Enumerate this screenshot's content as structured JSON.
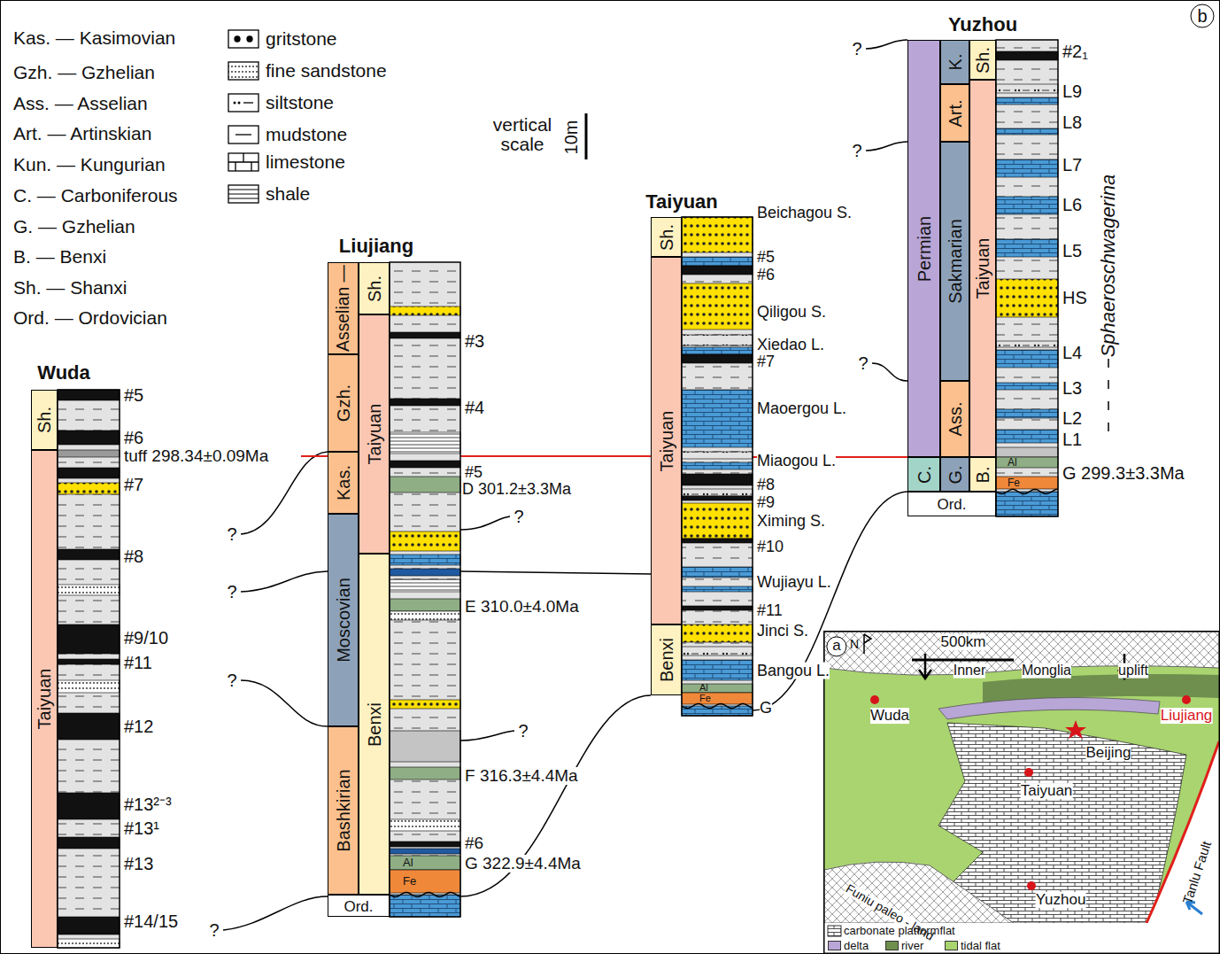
{
  "diagram": {
    "nodes": [
      {
        "text": [
          "Sh."
        ]
      },
      {
        "text": [
          "Taiyuan"
        ]
      },
      {
        "text": [
          "Asselian —"
        ]
      },
      {
        "text": [
          "Gzh."
        ]
      },
      {
        "text": [
          "Kas."
        ]
      },
      {
        "text": [
          "Moscovian"
        ]
      },
      {
        "text": [
          "Bashkirian"
        ]
      },
      {
        "text": [
          "Sh."
        ]
      },
      {
        "text": [
          "Taiyuan"
        ]
      },
      {
        "text": [
          "Benxi"
        ]
      },
      {
        "text": [
          "Ord."
        ]
      },
      {
        "text": [
          "Sh."
        ]
      },
      {
        "text": [
          "Taiyuan"
        ]
      },
      {
        "text": [
          "Benxi"
        ]
      },
      {
        "text": [
          "Permian"
        ]
      },
      {
        "text": [
          "C."
        ]
      },
      {
        "text": [
          "K."
        ]
      },
      {
        "text": [
          "Art."
        ]
      },
      {
        "text": [
          "Sakmarian"
        ]
      },
      {
        "text": [
          "Ass."
        ]
      },
      {
        "text": [
          "G."
        ]
      },
      {
        "text": [
          "Sh."
        ]
      },
      {
        "text": [
          "Taiyuan"
        ]
      },
      {
        "text": [
          "B."
        ]
      },
      {
        "text": [
          "Ord."
        ]
      }
    ],
    "labels": [
      "Kas. — Kasimovian",
      "Gzh. — Gzhelian",
      "Ass. — Asselian",
      "Art. — Artinskian",
      "Kun. — Kungurian",
      "C. — Carboniferous",
      "G. — Gzhelian",
      "B. — Benxi",
      "Sh. — Shanxi",
      "Ord. — Ordovician",
      "vertical scale",
      "10m",
      "b",
      "Wuda",
      "Liujiang",
      "Taiyuan",
      "Yuzhou",
      "#5",
      "#6",
      "tuff 298.34±0.09Ma",
      "#7",
      "#8",
      "#9/10",
      "#11",
      "#12",
      "#13²⁻³",
      "#13¹",
      "#13",
      "#14/15",
      "?",
      "#3",
      "#4",
      "#5",
      "D 301.2±3.3Ma",
      "?",
      "?",
      "?",
      "E 310.0±4.0Ma",
      "?",
      "?",
      "F 316.3±4.4Ma",
      "#6",
      "G 322.9±4.4Ma",
      "Al",
      "Fe",
      "Beichagou S.",
      "#5",
      "#6",
      "Qiligou S.",
      "Xiedao L.",
      "#7",
      "Maoergou L.",
      "Miaogou L.",
      "#8",
      "#9",
      "Ximing S.",
      "#10",
      "Wujiayu L.",
      "#11",
      "Jinci S.",
      "Bangou L.",
      "Al",
      "Fe",
      "G",
      "#2₁",
      "L9",
      "L8",
      "L7",
      "L6",
      "L5",
      "HS",
      "L4",
      "L3",
      "L2",
      "L1",
      "G 299.3±3.3Ma",
      "Al",
      "Fe",
      "Sphaeroschwagerina",
      "?",
      "?",
      "?",
      "a",
      "N",
      "500km",
      "Inner",
      "Monglia",
      "uplift",
      "Wuda",
      "Beijing",
      "Liujiang",
      "Taiyuan",
      "Yuzhou",
      "Funiu paleo - land",
      "Tanlu Fault"
    ],
    "legend": [
      {
        "text": "gritstone"
      },
      {
        "text": "fine sandstone"
      },
      {
        "text": "siltstone"
      },
      {
        "text": "mudstone"
      },
      {
        "text": "limestone"
      },
      {
        "text": "shale"
      },
      {
        "text": "carbonate platformflat"
      },
      {
        "text": "delta",
        "color": "#b8a6d6"
      },
      {
        "text": "river",
        "color": "#6f8f4e"
      },
      {
        "text": "tidal flat",
        "color": "#a9d46f"
      }
    ]
  }
}
